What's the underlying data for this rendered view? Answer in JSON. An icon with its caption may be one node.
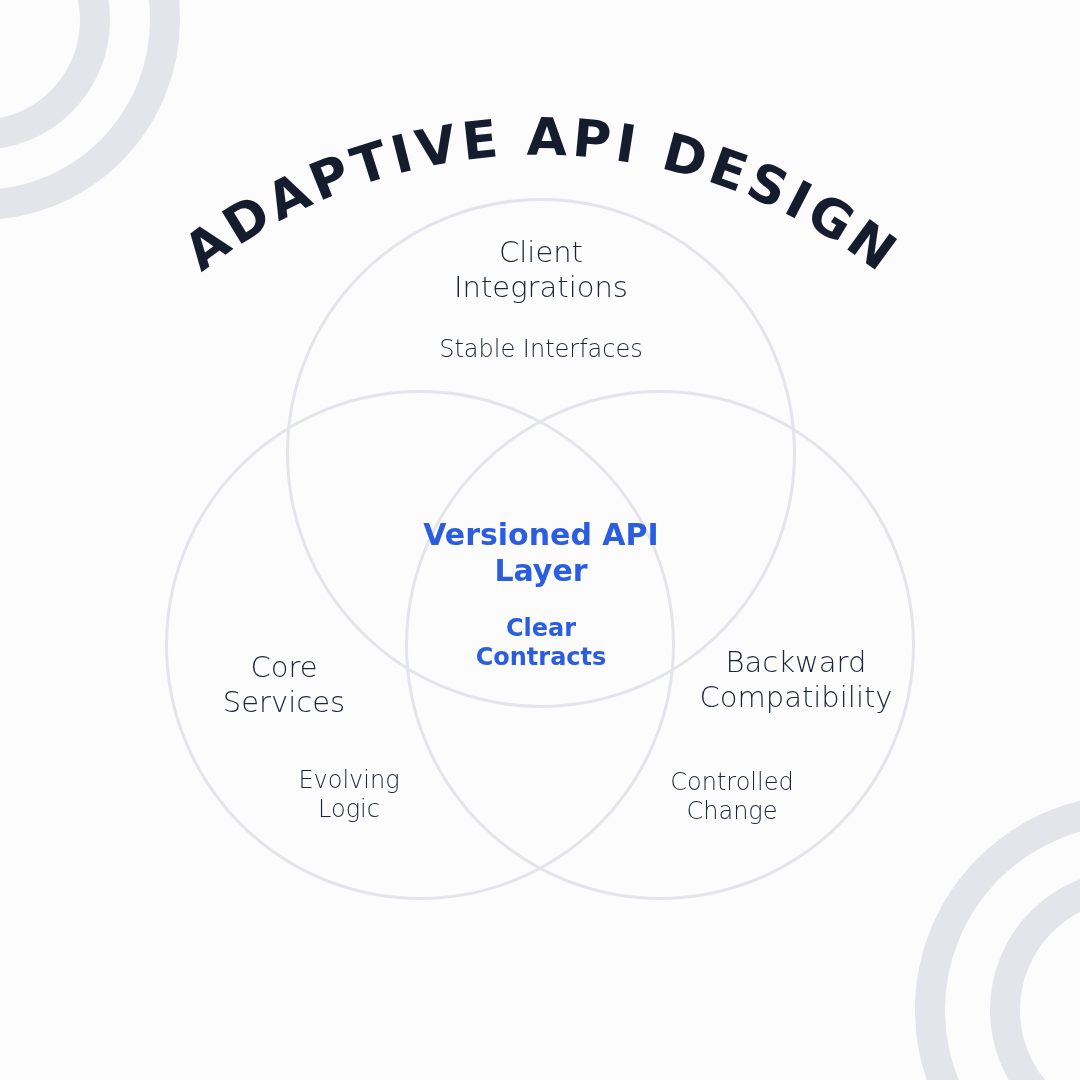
{
  "diagram": {
    "title": "ADAPTIVE API DESIGN",
    "nodes": [
      {
        "text": [
          "Client Integrations",
          "Stable Interfaces"
        ]
      },
      {
        "text": [
          "Core Services",
          "Evolving Logic"
        ]
      },
      {
        "text": [
          "Backward Compatibility",
          "Controlled Change"
        ]
      }
    ],
    "labels": [
      "Versioned API Layer",
      "Clear Contracts"
    ]
  }
}
